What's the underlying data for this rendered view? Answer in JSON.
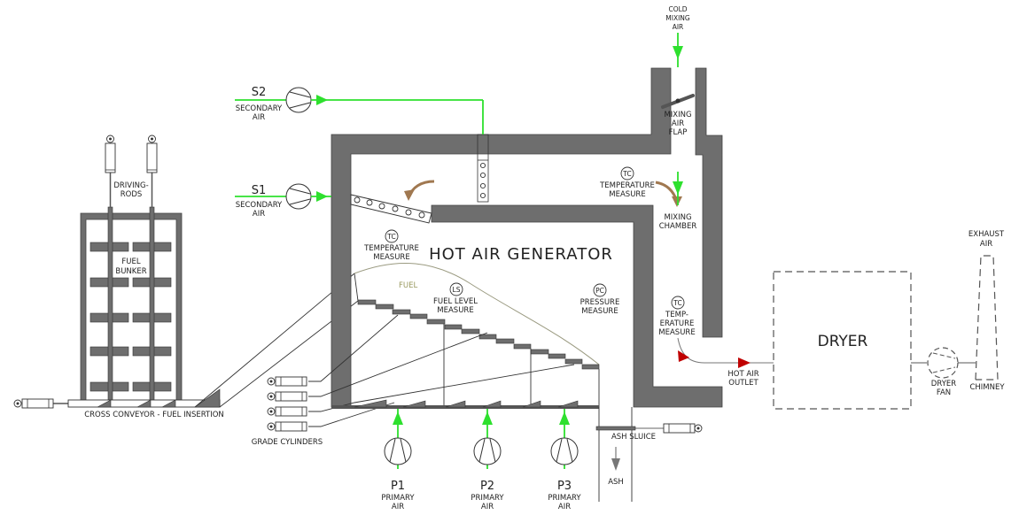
{
  "title": "HOT AIR GENERATOR",
  "labels": {
    "driving_rods": [
      "DRIVING-",
      "RODS"
    ],
    "fuel_bunker": [
      "FUEL",
      "BUNKER"
    ],
    "cross_conveyor": "CROSS CONVEYOR - FUEL INSERTION",
    "grade_cylinders": "GRADE CYLINDERS",
    "fuel": "FUEL",
    "ash_sluice": "ASH SLUICE",
    "ash": "ASH",
    "hot_air_outlet": [
      "HOT AIR",
      "OUTLET"
    ],
    "dryer": "DRYER",
    "dryer_fan": [
      "DRYER",
      "FAN"
    ],
    "chimney": "CHIMNEY",
    "exhaust_air": [
      "EXHAUST",
      "AIR"
    ],
    "cold_mixing_air": [
      "COLD",
      "MIXING",
      "AIR"
    ],
    "mixing_air_flap": [
      "MIXING",
      "AIR",
      "FLAP"
    ],
    "mixing_chamber": [
      "MIXING",
      "CHAMBER"
    ]
  },
  "blowers": {
    "secondary": [
      {
        "id": "S2",
        "label": [
          "SECONDARY",
          "AIR"
        ]
      },
      {
        "id": "S1",
        "label": [
          "SECONDARY",
          "AIR"
        ]
      }
    ],
    "primary": [
      {
        "id": "P1",
        "label": [
          "PRIMARY",
          "AIR"
        ]
      },
      {
        "id": "P2",
        "label": [
          "PRIMARY",
          "AIR"
        ]
      },
      {
        "id": "P3",
        "label": [
          "PRIMARY",
          "AIR"
        ]
      }
    ]
  },
  "instruments": [
    {
      "tag": "TC",
      "label": [
        "TEMPERATURE",
        "MEASURE"
      ],
      "location": "generator-top-left"
    },
    {
      "tag": "LS",
      "label": [
        "FUEL LEVEL",
        "MEASURE"
      ],
      "location": "fuel-bed"
    },
    {
      "tag": "PC",
      "label": [
        "PRESSURE",
        "MEASURE"
      ],
      "location": "generator-right"
    },
    {
      "tag": "TC",
      "label": [
        "TEMPERATURE",
        "MEASURE"
      ],
      "location": "mixing-chamber"
    },
    {
      "tag": "TC",
      "label": [
        "TEMP-",
        "ERATURE",
        "MEASURE"
      ],
      "location": "hot-air-outlet"
    }
  ],
  "colors": {
    "air_flow": "#2ee02e",
    "hot_air": "#c00000",
    "combustion_flow": "#a07850",
    "wall": "#6e6e6e"
  }
}
